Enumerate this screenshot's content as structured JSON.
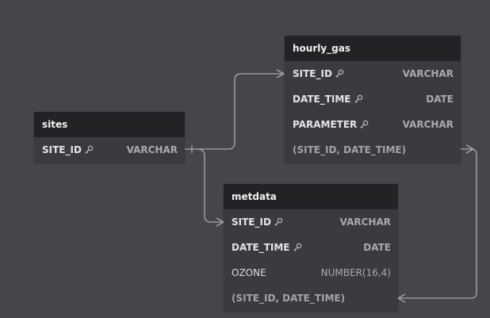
{
  "tables": {
    "sites": {
      "name": "sites",
      "columns": [
        {
          "name": "SITE_ID",
          "type": "VARCHAR",
          "key_icon": "key-icon"
        }
      ]
    },
    "hourly_gas": {
      "name": "hourly_gas",
      "columns": [
        {
          "name": "SITE_ID",
          "type": "VARCHAR",
          "key_icon": "key-icon"
        },
        {
          "name": "DATE_TIME",
          "type": "DATE",
          "key_icon": "key-icon"
        },
        {
          "name": "PARAMETER",
          "type": "VARCHAR",
          "key_icon": "key-icon"
        }
      ],
      "index": "(SITE_ID, DATE_TIME)"
    },
    "metdata": {
      "name": "metdata",
      "columns": [
        {
          "name": "SITE_ID",
          "type": "VARCHAR",
          "key_icon": "key-icon"
        },
        {
          "name": "DATE_TIME",
          "type": "DATE",
          "key_icon": "key-icon"
        },
        {
          "name": "OZONE",
          "type": "NUMBER(16,4)"
        }
      ],
      "index": "(SITE_ID, DATE_TIME)"
    }
  },
  "relationships": [
    {
      "from": "sites.SITE_ID",
      "to": "hourly_gas.SITE_ID",
      "cardinality": "one-to-many"
    },
    {
      "from": "sites.SITE_ID",
      "to": "metdata.SITE_ID",
      "cardinality": "one-to-many"
    },
    {
      "from": "hourly_gas.(SITE_ID, DATE_TIME)",
      "to": "metdata.(SITE_ID, DATE_TIME)",
      "cardinality": "one-to-many"
    }
  ],
  "colors": {
    "background": "#45454c",
    "table_header": "#232325",
    "table_body": "#3a3a40",
    "connector": "#a8a8ae"
  }
}
